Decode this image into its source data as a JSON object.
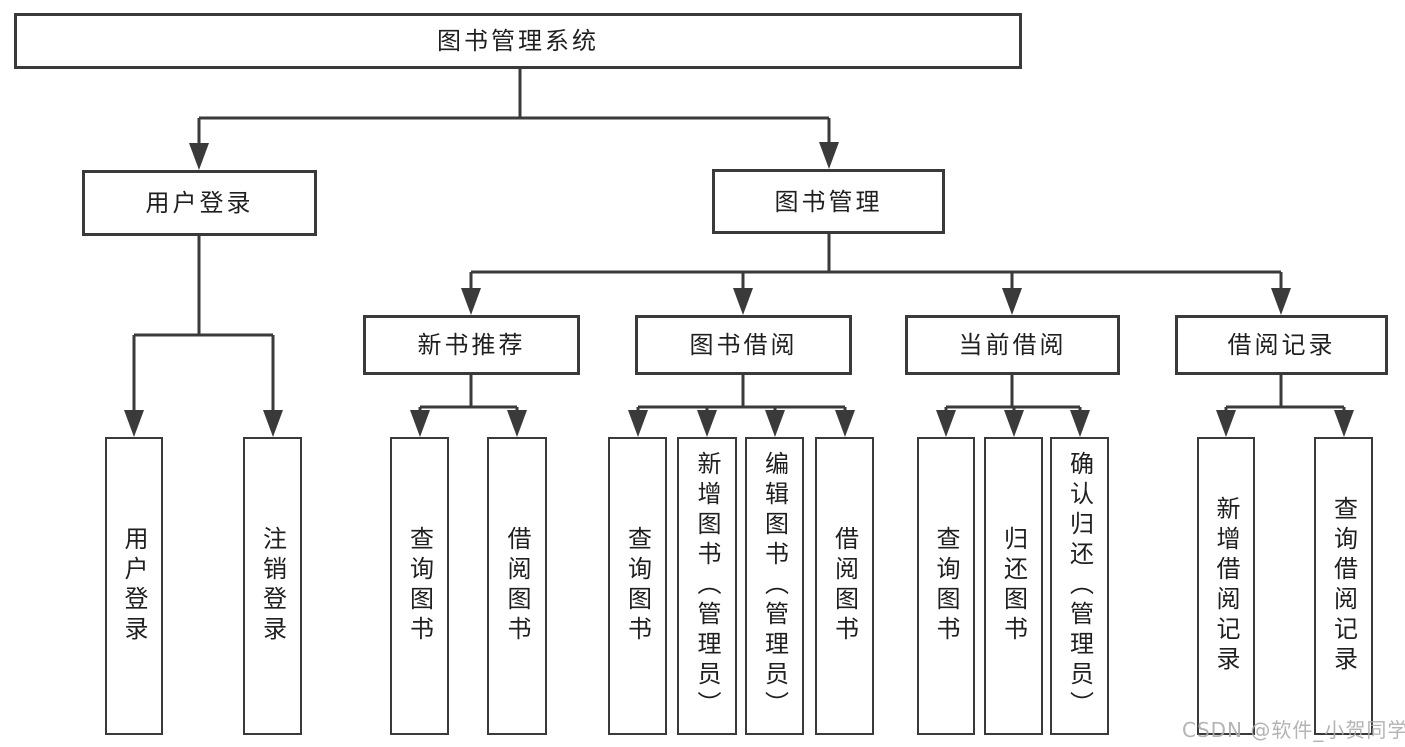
{
  "colors": {
    "line": "#3a3a3a",
    "text": "#1f1f1f",
    "box_bg": "#ffffff",
    "watermark": "#acacac"
  },
  "watermark": {
    "text": "CSDN @软件_小贺同学"
  },
  "tree": {
    "root": {
      "label": "图书管理系统"
    },
    "branches": [
      {
        "label": "用户登录",
        "children": [
          {
            "label": "用户登录"
          },
          {
            "label": "注销登录"
          }
        ]
      },
      {
        "label": "图书管理",
        "children": [
          {
            "label": "新书推荐",
            "children": [
              {
                "label": "查询图书"
              },
              {
                "label": "借阅图书"
              }
            ]
          },
          {
            "label": "图书借阅",
            "children": [
              {
                "label": "查询图书"
              },
              {
                "label": "新增图书（管理员）"
              },
              {
                "label": "编辑图书（管理员）"
              },
              {
                "label": "借阅图书"
              }
            ]
          },
          {
            "label": "当前借阅",
            "children": [
              {
                "label": "查询图书"
              },
              {
                "label": "归还图书"
              },
              {
                "label": "确认归还（管理员）"
              }
            ]
          },
          {
            "label": "借阅记录",
            "children": [
              {
                "label": "新增借阅记录"
              },
              {
                "label": "查询借阅记录"
              }
            ]
          }
        ]
      }
    ]
  }
}
